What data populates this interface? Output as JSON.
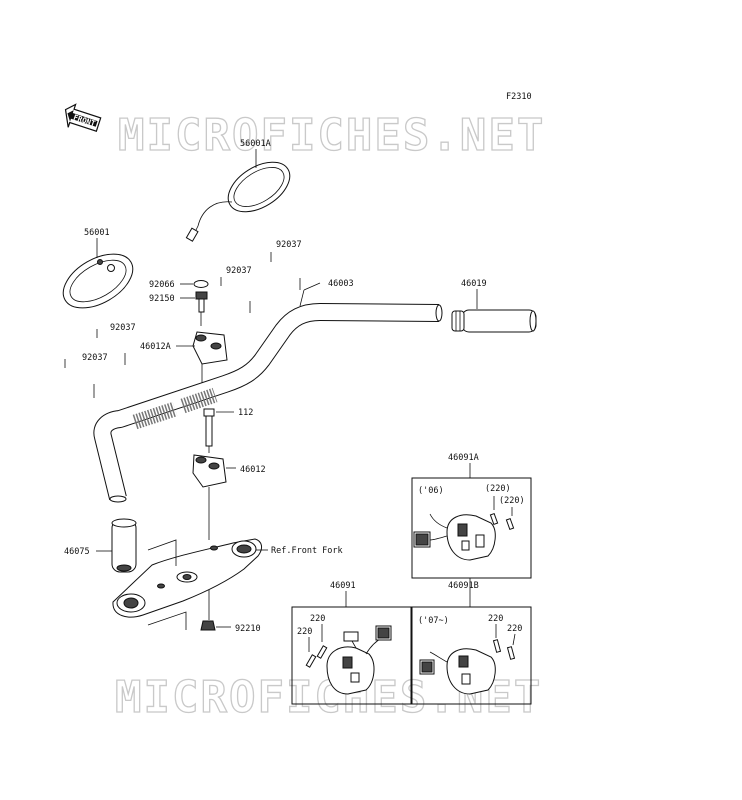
{
  "diagram_code": "F2310",
  "front_label": "FRONT",
  "watermark_text": "MICROFICHES.NET",
  "parts": {
    "mirror_right": "56001A",
    "mirror_left": "56001",
    "clamp_bolt_a": "92037",
    "clamp_bolt_b": "92037",
    "clamp_bolt_c": "92037",
    "clamp_bolt_d": "92037",
    "cap": "92066",
    "bolt": "92150",
    "holder_upper": "46012A",
    "handlebar": "46003",
    "grip_right": "46019",
    "bolt_112": "112",
    "holder_lower": "46012",
    "grip_left": "46075",
    "ref_front_fork": "Ref.Front Fork",
    "nut": "92210",
    "switch_left": "46091",
    "switch_right_a": "46091A",
    "switch_right_b": "46091B",
    "screw_220_a": "(220)",
    "screw_220_b": "(220)",
    "screw_220_c": "220",
    "screw_220_d": "220",
    "screw_220_e": "220",
    "screw_220_f": "220"
  },
  "year_notes": {
    "a": "('06)",
    "b": "('07~)"
  }
}
